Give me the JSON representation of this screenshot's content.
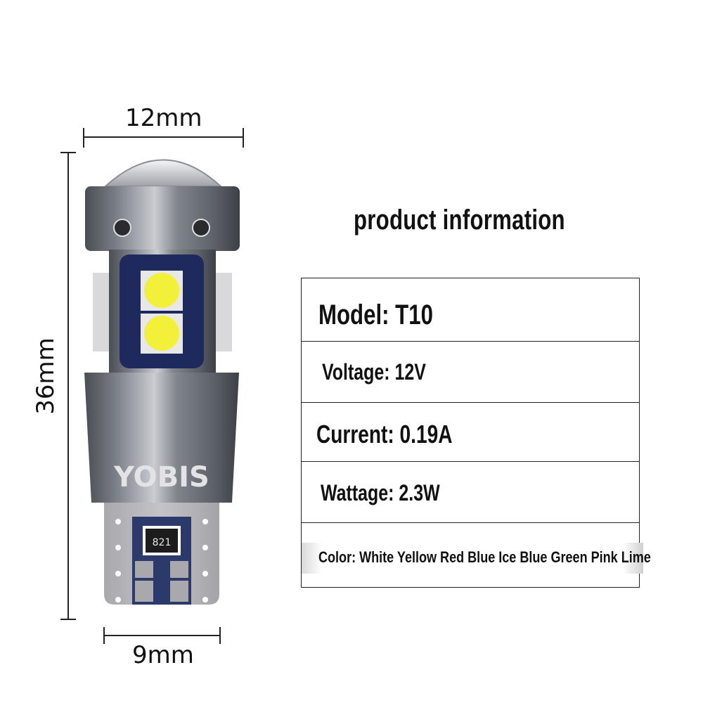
{
  "dimensions": {
    "width_top": "12mm",
    "height": "36mm",
    "width_bottom": "9mm"
  },
  "product": {
    "brand_logo": "YOBIS",
    "resistor_code": "821",
    "colors": {
      "pcb_blue": "#1e2a5e",
      "led_yellow": "#f3f03a",
      "body_gray": "#6b6f76",
      "base_silver": "#b8b8bc"
    }
  },
  "info": {
    "title": "product information",
    "rows": [
      {
        "label": "Model: T10"
      },
      {
        "label": "Voltage: 12V"
      },
      {
        "label": "Current: 0.19A"
      },
      {
        "label": "Wattage: 2.3W"
      },
      {
        "label": "Color: White Yellow Red Blue Ice Blue Green Pink Lime"
      }
    ]
  }
}
